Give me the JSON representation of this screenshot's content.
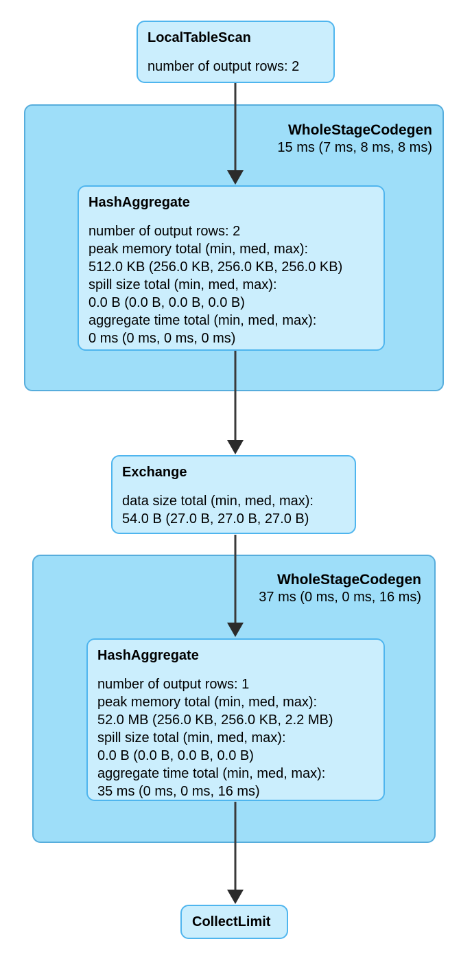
{
  "diagram": {
    "kind": "spark-sql-query-plan-graph",
    "colors": {
      "background": "#FFFFFF",
      "cluster_fill": "#9EDEF9",
      "cluster_border": "#57ADDC",
      "node_fill": "#CBEEFD",
      "node_border": "#4FB5EE",
      "arrow": "#3A3A3A",
      "text": "#000000"
    },
    "nodes": {
      "local_table_scan": {
        "title": "LocalTableScan",
        "lines": [
          "number of output rows: 2"
        ]
      },
      "codegen_1": {
        "title": "WholeStageCodegen",
        "subtitle": "15 ms (7 ms, 8 ms, 8 ms)"
      },
      "hash_aggregate_1": {
        "title": "HashAggregate",
        "lines": [
          "number of output rows: 2",
          "peak memory total (min, med, max):",
          "512.0 KB (256.0 KB, 256.0 KB, 256.0 KB)",
          "spill size total (min, med, max):",
          "0.0 B (0.0 B, 0.0 B, 0.0 B)",
          "aggregate time total (min, med, max):",
          "0 ms (0 ms, 0 ms, 0 ms)"
        ]
      },
      "exchange": {
        "title": "Exchange",
        "lines": [
          "data size total (min, med, max):",
          "54.0 B (27.0 B, 27.0 B, 27.0 B)"
        ]
      },
      "codegen_2": {
        "title": "WholeStageCodegen",
        "subtitle": "37 ms (0 ms, 0 ms, 16 ms)"
      },
      "hash_aggregate_2": {
        "title": "HashAggregate",
        "lines": [
          "number of output rows: 1",
          "peak memory total (min, med, max):",
          "52.0 MB (256.0 KB, 256.0 KB, 2.2 MB)",
          "spill size total (min, med, max):",
          "0.0 B (0.0 B, 0.0 B, 0.0 B)",
          "aggregate time total (min, med, max):",
          "35 ms (0 ms, 0 ms, 16 ms)"
        ]
      },
      "collect_limit": {
        "title": "CollectLimit"
      }
    },
    "edges": [
      {
        "from": "LocalTableScan",
        "to": "HashAggregate (stage 1)"
      },
      {
        "from": "HashAggregate (stage 1)",
        "to": "Exchange"
      },
      {
        "from": "Exchange",
        "to": "HashAggregate (stage 2)"
      },
      {
        "from": "HashAggregate (stage 2)",
        "to": "CollectLimit"
      }
    ]
  }
}
